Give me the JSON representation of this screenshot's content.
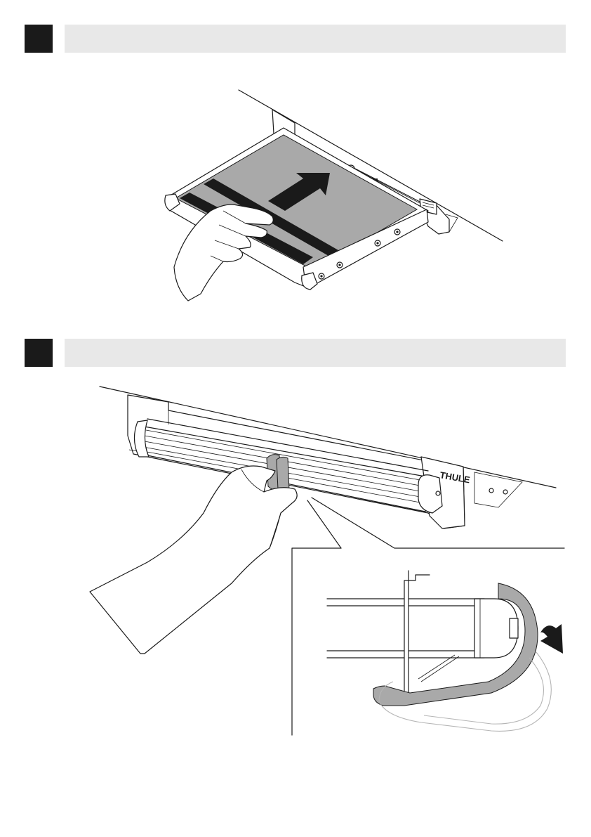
{
  "steps": [
    {
      "id": "step-1"
    },
    {
      "id": "step-2"
    }
  ],
  "brand": {
    "logo_text": "THULE"
  },
  "colors": {
    "step_badge": "#1a1a1a",
    "step_bar": "#e8e8e8",
    "fabric": "#a9a9a9",
    "ink": "#1a1a1a"
  }
}
